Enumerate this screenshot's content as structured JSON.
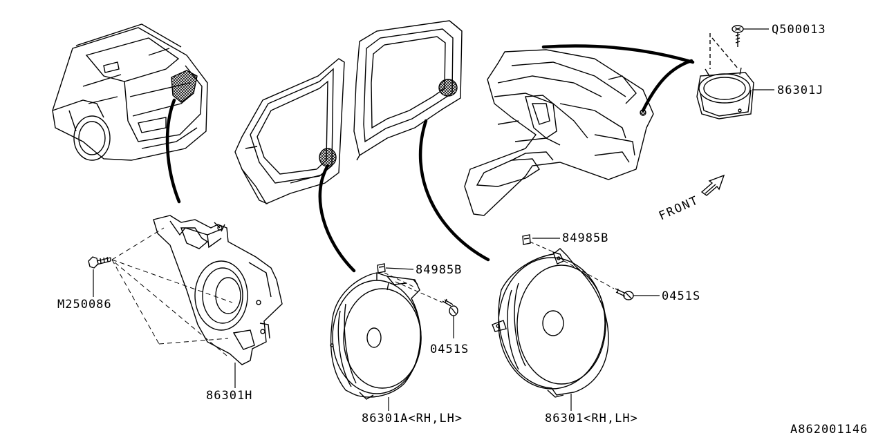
{
  "labels": {
    "q500013": "Q500013",
    "p86301j": "86301J",
    "p84985b_top": "84985B",
    "p0451s_right": "0451S",
    "p84985b_mid": "84985B",
    "p0451s_mid": "0451S",
    "m250086": "M250086",
    "p86301h": "86301H",
    "p86301a": "86301A<RH,LH>",
    "p86301": "86301<RH,LH>",
    "diagram_id": "A862001146"
  },
  "front_arrow": {
    "text": "FRONT"
  },
  "colors": {
    "ink": "#000000",
    "paper": "#ffffff"
  }
}
